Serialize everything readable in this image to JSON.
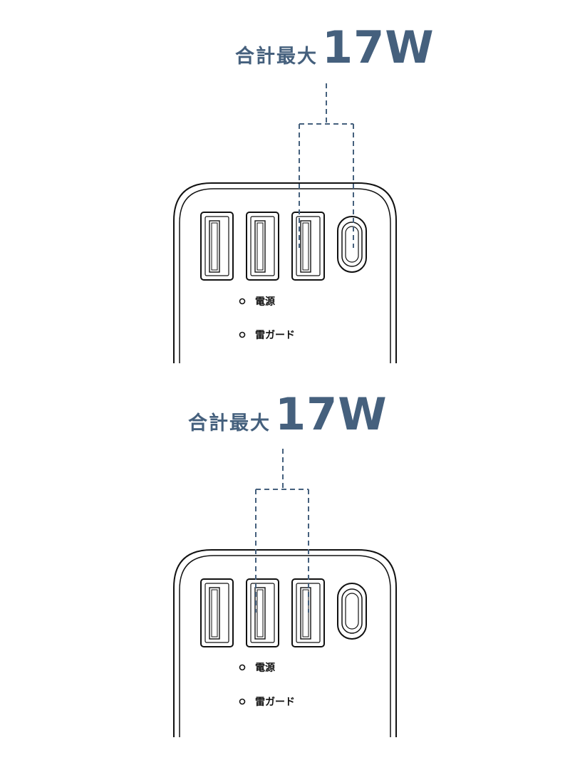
{
  "panels": [
    {
      "label": "合計最大",
      "power": "17W",
      "indicators": {
        "power": "電源",
        "guard": "雷ガード"
      }
    },
    {
      "label": "合計最大",
      "power": "17W",
      "indicators": {
        "power": "電源",
        "guard": "雷ガード"
      }
    }
  ],
  "colors": {
    "accent": "#45607d",
    "outline": "#111111"
  }
}
